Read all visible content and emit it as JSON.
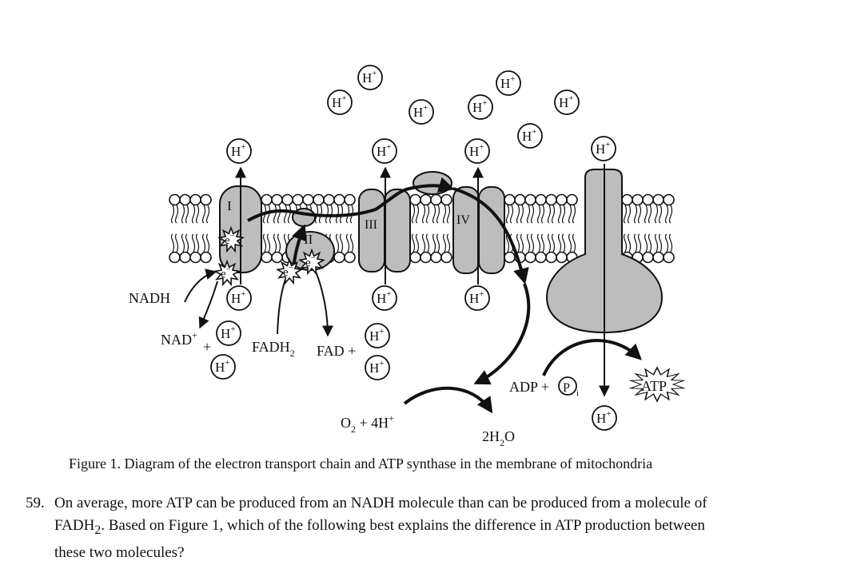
{
  "diagram": {
    "h_ion": "H",
    "h_ion_charge": "+",
    "complex_labels": {
      "i": "I",
      "ii": "II",
      "iii": "III",
      "iv": "IV"
    },
    "electron": "e",
    "electron_charge": "−",
    "nadh": "NADH",
    "nad_plus": "NAD",
    "nad_plus_charge": "+",
    "plus": "+",
    "fadh2": "FADH",
    "fadh2_sub": "2",
    "fad_plus": "FAD +",
    "adp_pi": "ADP +",
    "pi_letter": "P",
    "pi_sub": "i",
    "atp": "ATP",
    "o2_4h": "O",
    "o2_sub": "2",
    "o2_rest": " + 4H",
    "o2_charge": "+",
    "water": "2H",
    "water_sub": "2",
    "water_rest": "O"
  },
  "caption": "Figure 1. Diagram of the electron transport chain and ATP synthase in the membrane of mitochondria",
  "question": {
    "number": "59.",
    "line1": "On average, more ATP can be produced from an NADH molecule than can be produced from a molecule of",
    "line2_a": "FADH",
    "line2_sub": "2",
    "line2_b": ". Based on Figure 1, which of the following best explains the difference in ATP production between",
    "line3": "these two molecules?"
  }
}
